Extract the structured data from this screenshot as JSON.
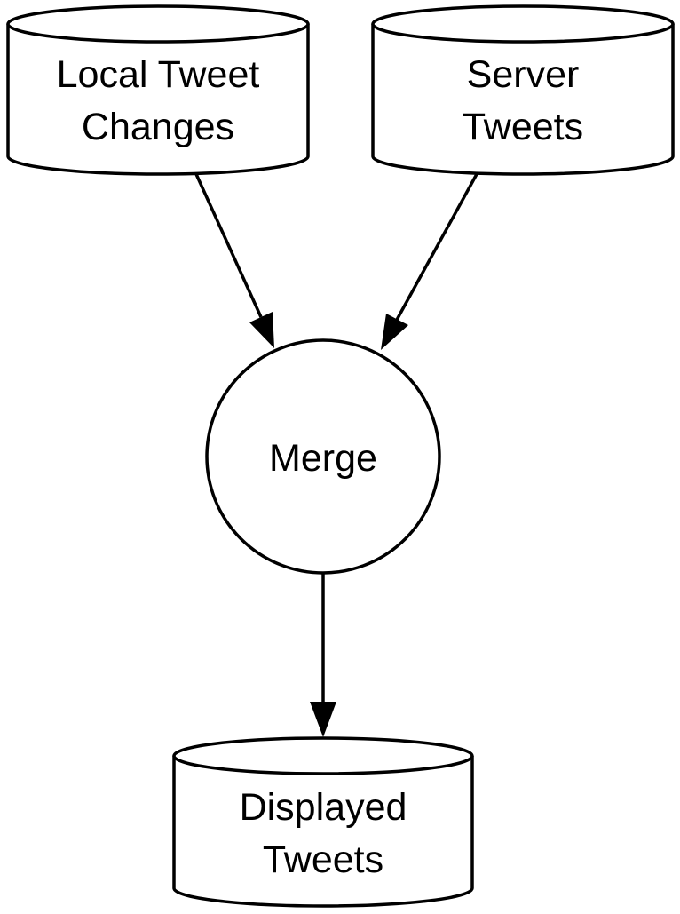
{
  "nodes": {
    "local": {
      "line1": "Local Tweet",
      "line2": "Changes"
    },
    "server": {
      "line1": "Server",
      "line2": "Tweets"
    },
    "merge": {
      "label": "Merge"
    },
    "displayed": {
      "line1": "Displayed",
      "line2": "Tweets"
    }
  },
  "colors": {
    "stroke": "#000000",
    "fill": "#ffffff"
  }
}
